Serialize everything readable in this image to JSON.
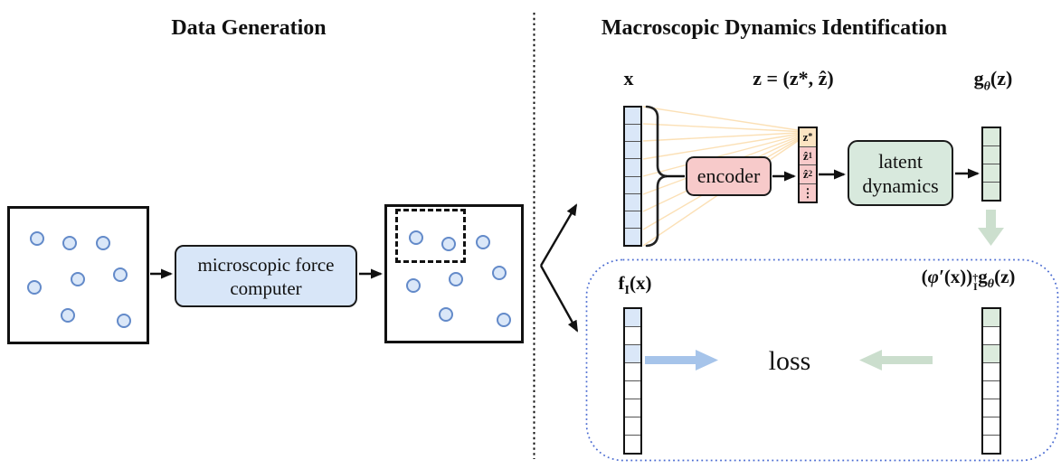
{
  "figure": {
    "left_title": "Data Generation",
    "right_title": "Macroscopic Dynamics Identification"
  },
  "data_generation": {
    "force_computer_line1": "microscopic force",
    "force_computer_line2": "computer"
  },
  "identification": {
    "x_label": "x",
    "z_label": "z = (z*, ẑ)",
    "encoder_label": "encoder",
    "latent_line1": "latent",
    "latent_line2": "dynamics",
    "g_label": {
      "base": "g",
      "sub": "θ",
      "args": "(z)"
    },
    "z_cells": [
      {
        "base": "z",
        "sup": "*",
        "sub": ""
      },
      {
        "base": "ẑ",
        "sup": "",
        "sub": "1"
      },
      {
        "base": "ẑ",
        "sup": "",
        "sub": "2"
      },
      {
        "base": "⋮",
        "sup": "",
        "sub": ""
      }
    ]
  },
  "loss_section": {
    "f_label": {
      "base": "f",
      "sub": "I",
      "args": "(x)"
    },
    "phi_label": {
      "open": "(",
      "phi": "φ′",
      "mid": "(x))",
      "sup": "†",
      "sub": "I",
      "g": "g",
      "g_sub": "θ",
      "args": "(z)"
    },
    "loss_text": "loss"
  },
  "vectors": {
    "x_input": [
      "lightblue",
      "lightblue",
      "lightblue",
      "lightblue",
      "lightblue",
      "lightblue",
      "lightblue",
      "lightblue"
    ],
    "g_output": [
      "lightgreen",
      "lightgreen",
      "lightgreen",
      "lightgreen"
    ],
    "f_target": [
      "lightblue",
      "white",
      "lightblue",
      "white",
      "white",
      "white",
      "white",
      "white"
    ],
    "phi_projection": [
      "lightgreen",
      "white",
      "lightgreen",
      "white",
      "white",
      "white",
      "white",
      "white"
    ]
  },
  "colors": {
    "lightblue": "#dae7f8",
    "lightgreen": "#dcebdd",
    "white": "#ffffff",
    "orange_cell": "#fce4c2",
    "pink_cell": "#f8caca",
    "encoder_pink": "#f7caca",
    "latent_green": "#d8e9dd",
    "box_blue": "#d8e6f8",
    "fan_orange": "#fbd9a4",
    "arrow_blue": "#a6c4ea",
    "arrow_green": "#cbdecd",
    "dashed_border_blue": "#4a6bd1",
    "particle_fill": "#dae7f8",
    "particle_stroke": "#638ac9"
  }
}
